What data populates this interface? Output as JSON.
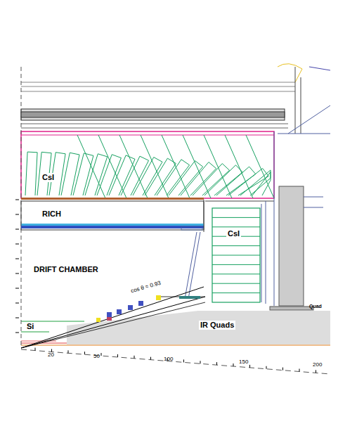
{
  "diagram": {
    "nodes": [
      {
        "text": [
          "CsI"
        ]
      },
      {
        "text": [
          "RICH"
        ]
      },
      {
        "text": [
          "CsI"
        ]
      },
      {
        "text": [
          "IR Quads"
        ]
      }
    ],
    "labels": [
      "DRIFT CHAMBER",
      "Si",
      "cos θ = 0.93",
      "Quad",
      "20",
      "50",
      "100",
      "150",
      "200"
    ]
  }
}
